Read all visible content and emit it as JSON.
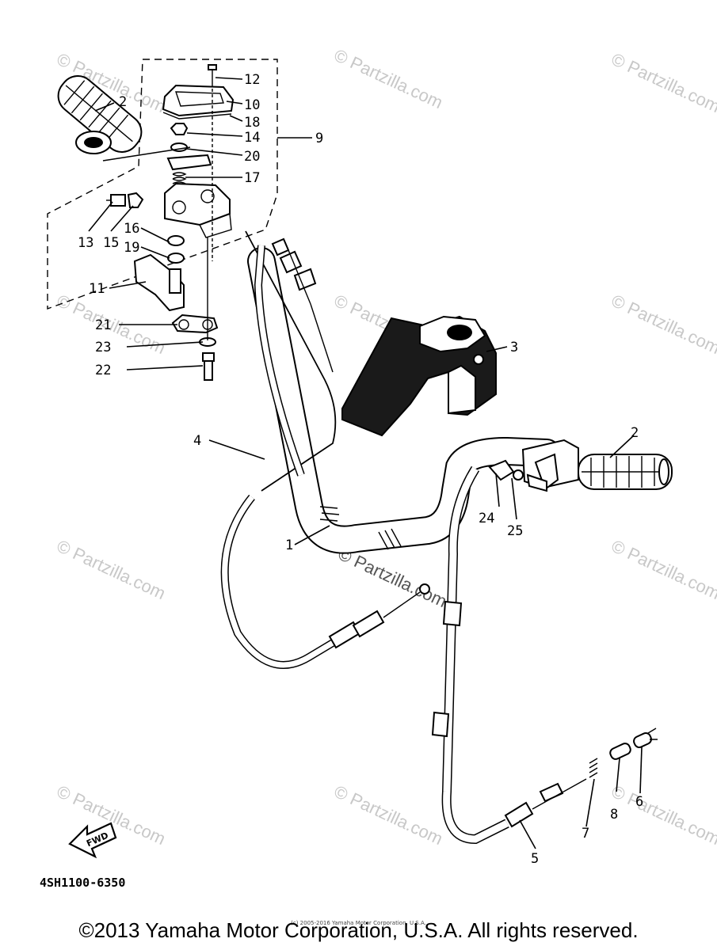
{
  "watermarks": {
    "text": "© Partzilla.com",
    "center_text": "© Partzilla.com"
  },
  "callouts": {
    "c1": "1",
    "c2a": "2",
    "c2b": "2",
    "c3": "3",
    "c4": "4",
    "c5": "5",
    "c6": "6",
    "c7": "7",
    "c8": "8",
    "c9": "9",
    "c10": "10",
    "c11": "11",
    "c12": "12",
    "c13": "13",
    "c14": "14",
    "c15": "15",
    "c16": "16",
    "c17": "17",
    "c18": "18",
    "c19": "19",
    "c20": "20",
    "c21": "21",
    "c22": "22",
    "c23": "23",
    "c24": "24",
    "c25": "25"
  },
  "fwd_label": "FWD",
  "drawing_code": "4SH1100-6350",
  "footer": {
    "copyright": "©2013 Yamaha Motor Corporation, U.S.A. All rights reserved.",
    "fine_print": "(c) 2005-2016 Yamaha Motor Corporation, U.S.A."
  }
}
